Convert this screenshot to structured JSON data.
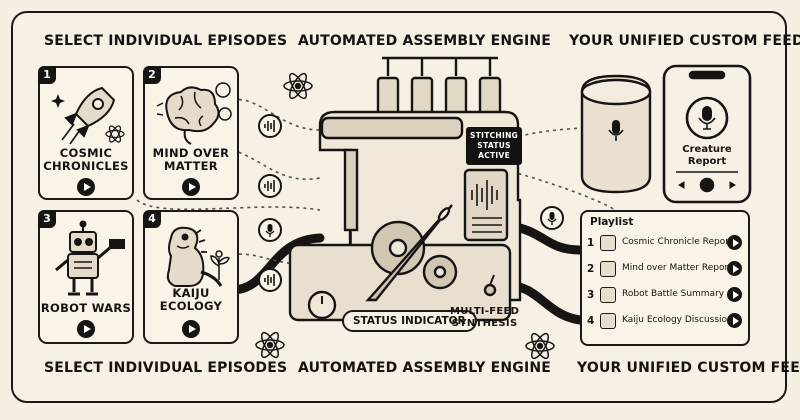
{
  "headings": {
    "top_left": "SELECT INDIVIDUAL EPISODES",
    "top_center": "AUTOMATED ASSEMBLY ENGINE",
    "top_right": "YOUR UNIFIED CUSTOM FEED",
    "bottom_left": "SELECT INDIVIDUAL EPISODES",
    "bottom_center": "AUTOMATED ASSEMBLY ENGINE",
    "bottom_right": "YOUR UNIFIED CUSTOM FEED"
  },
  "episodes": [
    {
      "num": "1",
      "title_line1": "COSMIC",
      "title_line2": "CHRONICLES",
      "icon": "rocket-icon"
    },
    {
      "num": "2",
      "title_line1": "MIND OVER",
      "title_line2": "MATTER",
      "icon": "brain-icon"
    },
    {
      "num": "3",
      "title_line1": "ROBOT WARS",
      "title_line2": "",
      "icon": "robot-icon"
    },
    {
      "num": "4",
      "title_line1": "KAIJU",
      "title_line2": "ECOLOGY",
      "icon": "dinosaur-icon"
    }
  ],
  "machine": {
    "stitching_line1": "STITCHING",
    "stitching_line2": "STATUS",
    "stitching_line3": "ACTIVE",
    "status_indicator": "STATUS INDICATOR",
    "synthesis_line1": "MULTI-FEED",
    "synthesis_line2": "SYNTHESIS"
  },
  "phone": {
    "title_line1": "Creature",
    "title_line2": "Report"
  },
  "playlist": {
    "title": "Playlist",
    "items": [
      {
        "num": "1",
        "label": "Cosmic Chronicle Report"
      },
      {
        "num": "2",
        "label": "Mind over Matter Report"
      },
      {
        "num": "3",
        "label": "Robot Battle Summary"
      },
      {
        "num": "4",
        "label": "Kaiju Ecology Discussion"
      }
    ]
  },
  "colors": {
    "ink": "#171513",
    "paper": "#f7f0e4",
    "shade": "#d9cfbd"
  }
}
